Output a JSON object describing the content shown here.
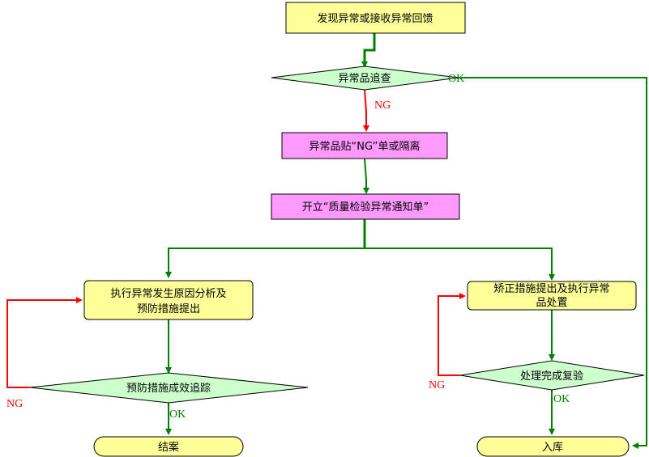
{
  "colors": {
    "yellow_box": "#ffff99",
    "pink_box": "#ff99ff",
    "diamond": "#ccffcc",
    "terminal": "#ffff99",
    "rounded": "#ffff99",
    "green_line": "#008000",
    "red_line": "#ff0000"
  },
  "nodes": {
    "discover": "发现异常或接收异常回馈",
    "trace": "异常品追查",
    "tag": "异常品贴“NG”单或隔离",
    "notice": "开立“质量检验异常通知单”",
    "analysis_line1": "执行异常发生原因分析及",
    "analysis_line2": "预防措施提出",
    "prevent_track": "预防措施成效追踪",
    "close": "结案",
    "correct_line1": "矫正措施提出及执行异常",
    "correct_line2": "品处置",
    "recheck": "处理完成复验",
    "storage": "入库"
  },
  "edge_labels": {
    "trace_ok": "OK",
    "trace_ng": "NG",
    "prevent_ng": "NG",
    "prevent_ok": "OK",
    "recheck_ng": "NG",
    "recheck_ok": "OK"
  }
}
